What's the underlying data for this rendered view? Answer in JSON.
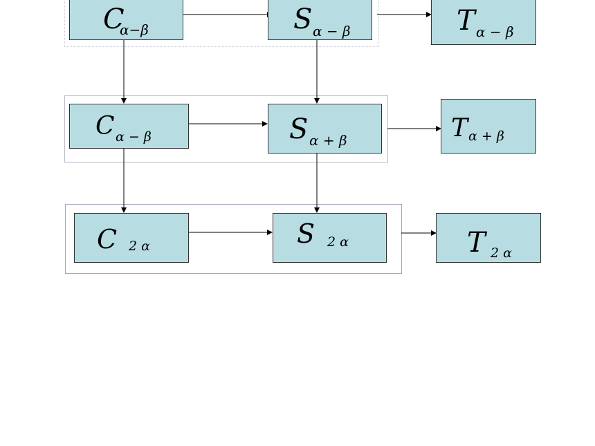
{
  "rows": [
    {
      "boxes": [
        {
          "main": "C",
          "sub": "α−β"
        },
        {
          "main": "S",
          "sub": "α − β"
        },
        {
          "main": "T",
          "sub": "α − β"
        }
      ]
    },
    {
      "boxes": [
        {
          "main": "C",
          "sub": "α − β"
        },
        {
          "main": "S",
          "sub": "α + β"
        },
        {
          "main": "T",
          "sub": "α + β"
        }
      ]
    },
    {
      "boxes": [
        {
          "main": "C",
          "sub": "2 α"
        },
        {
          "main": "S",
          "sub": "2 α"
        },
        {
          "main": "T",
          "sub": "2 α"
        }
      ]
    }
  ],
  "colors": {
    "box_fill": "#b7dde3",
    "box_border": "#333333",
    "frame": "#a7a7c7",
    "arrow": "#000000"
  }
}
